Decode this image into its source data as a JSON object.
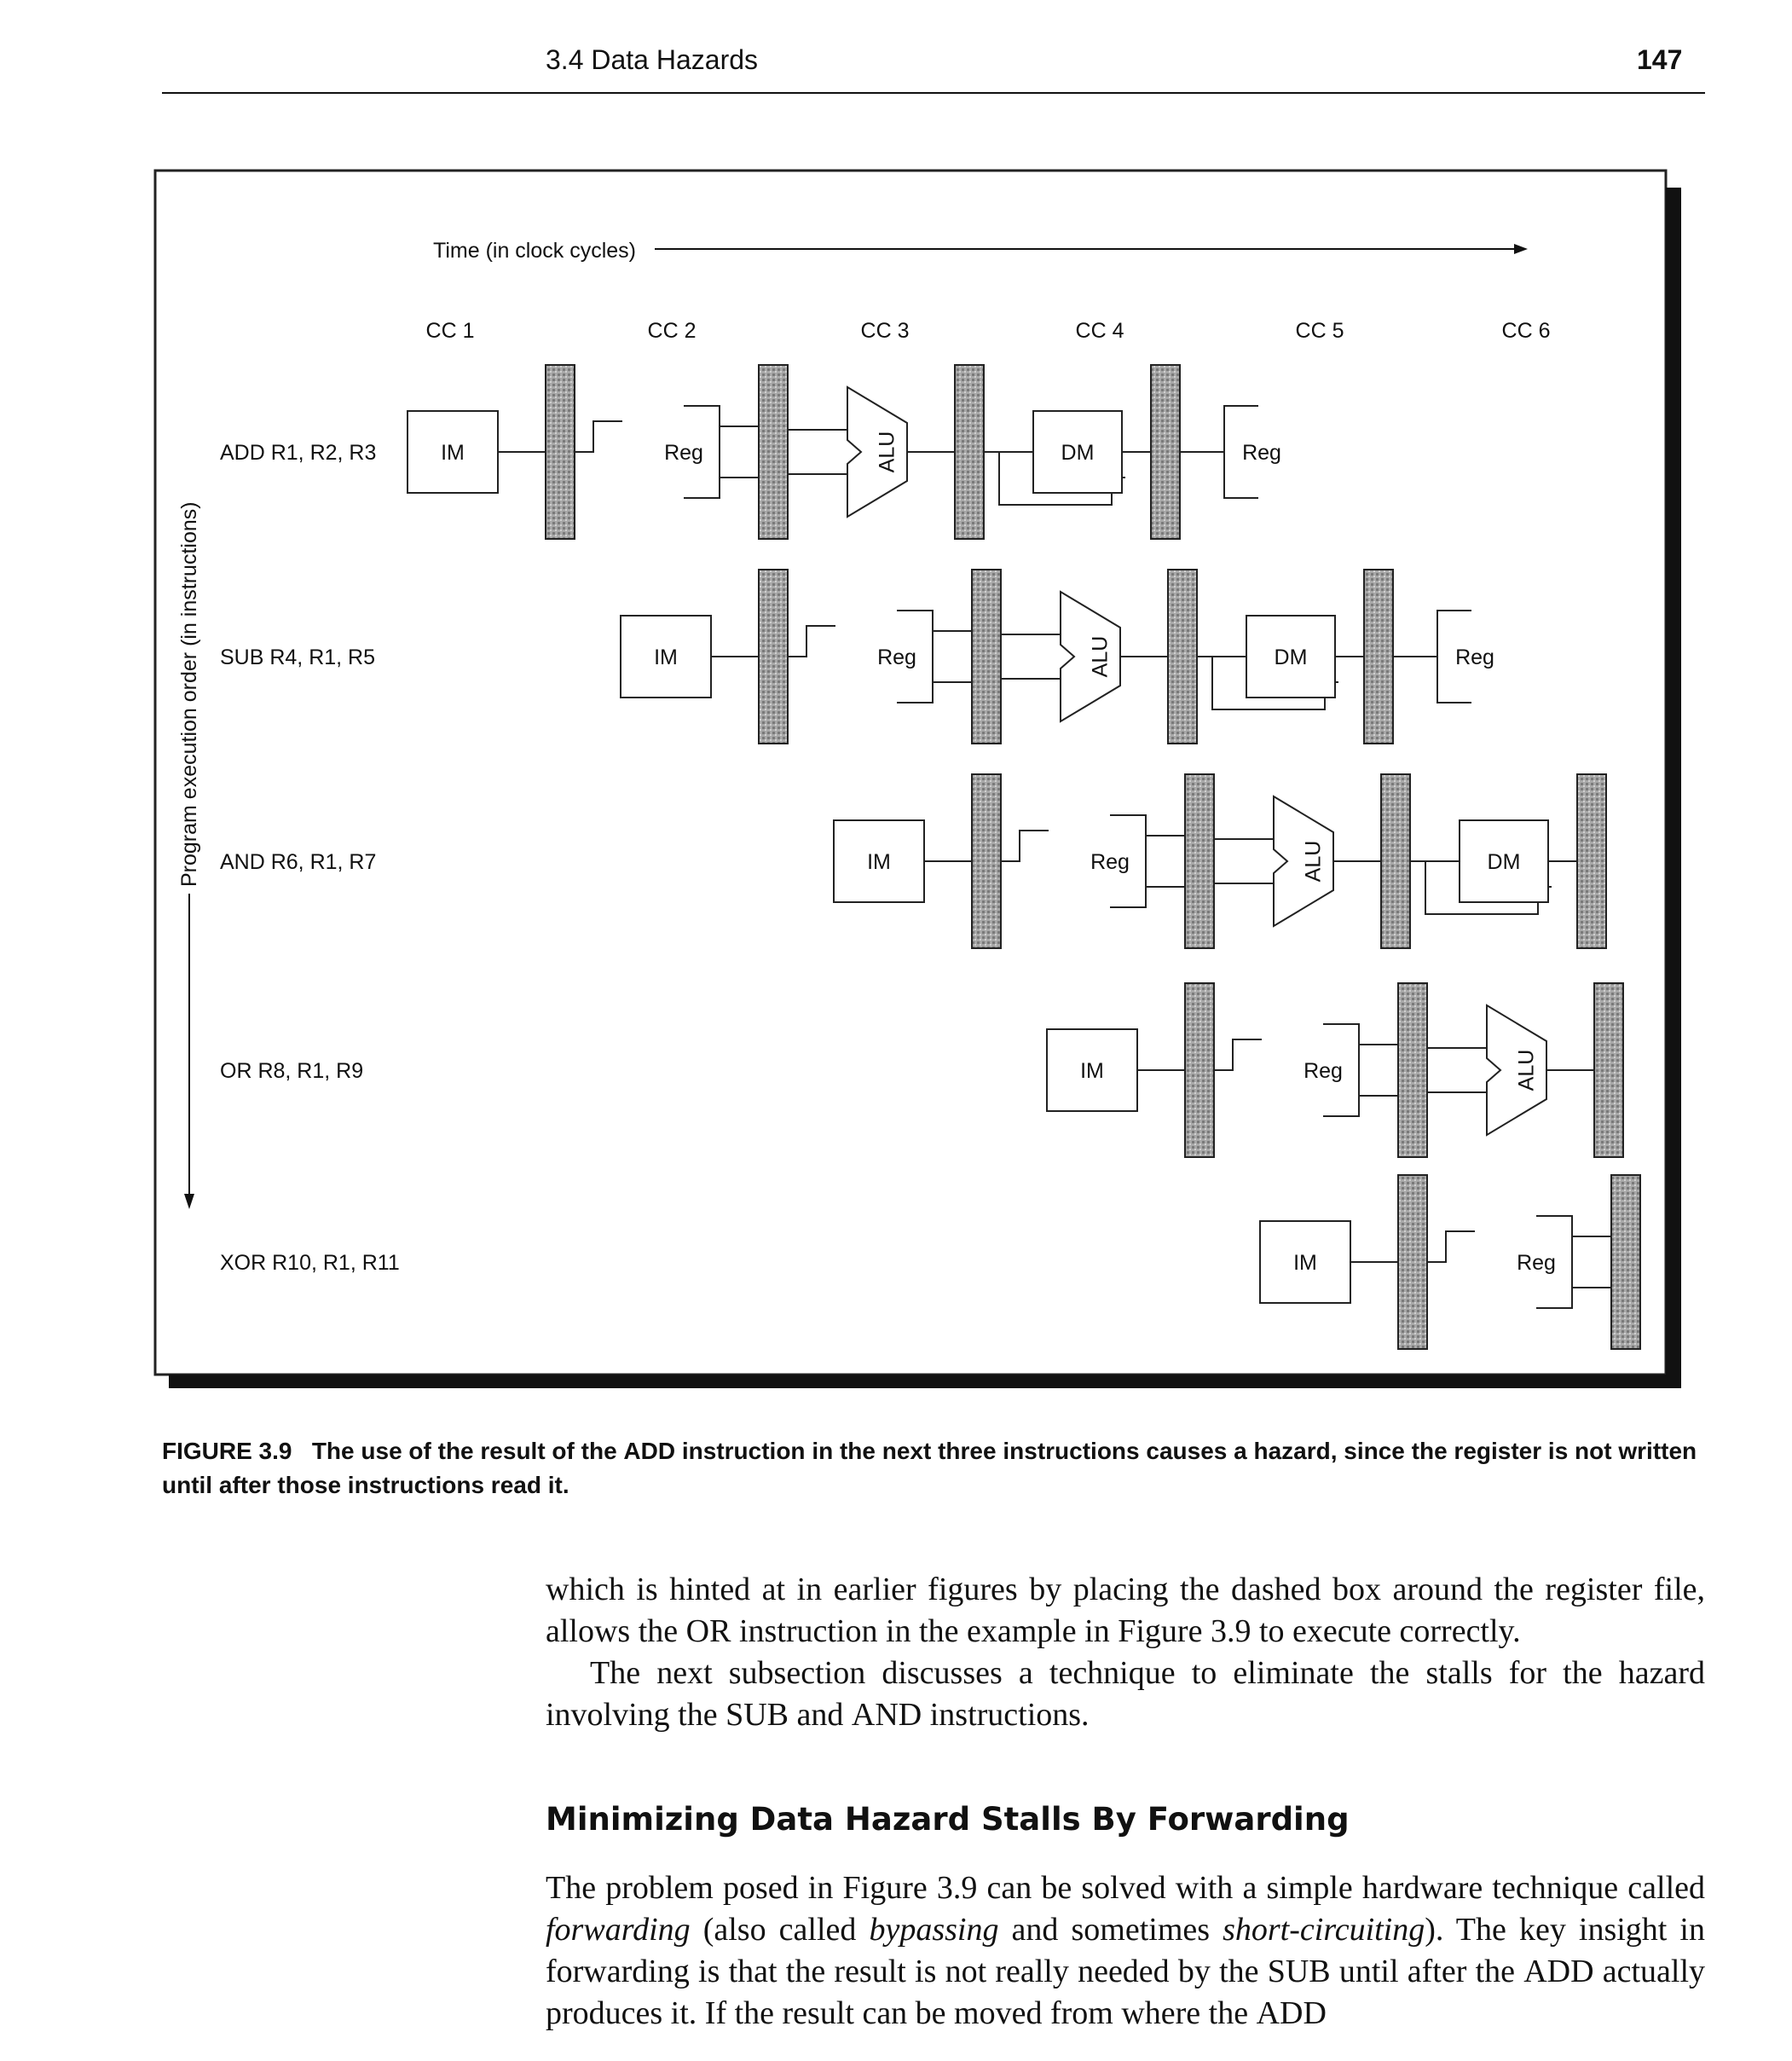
{
  "header": {
    "section_title": "3.4    Data Hazards",
    "page_number": "147"
  },
  "figure": {
    "time_label": "Time (in clock cycles)",
    "order_label": "Program execution order (in instructions)",
    "clock_cycles": [
      "CC 1",
      "CC 2",
      "CC 3",
      "CC 4",
      "CC 5",
      "CC 6"
    ],
    "instructions": [
      "ADD  R1, R2, R3",
      "SUB R4, R1, R5",
      "AND R6, R1, R7",
      "OR R8, R1, R9",
      "XOR R10, R1, R11"
    ],
    "stage_labels": {
      "im": "IM",
      "reg": "Reg",
      "alu": "ALU",
      "dm": "DM"
    }
  },
  "caption": {
    "label": "FIGURE 3.9",
    "text_before": "The use of the result of the",
    "keyword": "ADD",
    "text_after": "instruction in the next three instructions causes a hazard, since the register is not written until after those instructions read it."
  },
  "body": {
    "p1_a": "which is hinted at in earlier figures by placing the dashed box around the register file, allows the",
    "p1_kw": "OR",
    "p1_b": "instruction in the example in Figure 3.9 to execute correctly.",
    "p2_a": "The next subsection discusses a technique to eliminate the stalls for the hazard involving the",
    "p2_kw1": "SUB",
    "p2_mid": "and",
    "p2_kw2": "AND",
    "p2_b": "instructions.",
    "heading": "Minimizing Data Hazard Stalls By Forwarding",
    "p3_a": "The problem posed in Figure 3.9 can be solved with a simple hardware technique called",
    "p3_em1": "forwarding",
    "p3_b": "(also called",
    "p3_em2": "bypassing",
    "p3_c": "and sometimes",
    "p3_em3": "short-circuiting",
    "p3_d": "). The key insight in forwarding is that the result is not really needed by the",
    "p3_kw1": "SUB",
    "p3_e": "until after the",
    "p3_kw2": "ADD",
    "p3_f": "actually produces it. If the result can be moved from where the",
    "p3_kw3": "ADD"
  }
}
